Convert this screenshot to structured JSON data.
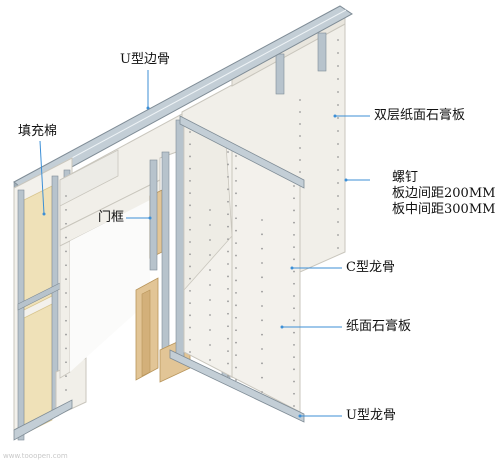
{
  "diagram": {
    "labels": {
      "u_edge_keel": "U型边骨",
      "filler_cotton": "填充棉",
      "double_gypsum": "双层纸面石膏板",
      "screw_title": "螺钉",
      "screw_edge": "板边间距200MM",
      "screw_middle": "板中间距300MM",
      "door_frame": "门框",
      "c_keel": "C型龙骨",
      "gypsum_board": "纸面石膏板",
      "u_keel": "U型龙骨"
    },
    "watermark": "www.tooopen.com",
    "colors": {
      "board": "#f1efe9",
      "board_edge": "#c9c6bd",
      "steel": "#b7c3cc",
      "steel_dark": "#7f8c96",
      "insulation": "#efe1b8",
      "wood": "#e2c596",
      "leader": "#3c8fd6",
      "screw": "#9a9a9a"
    }
  }
}
